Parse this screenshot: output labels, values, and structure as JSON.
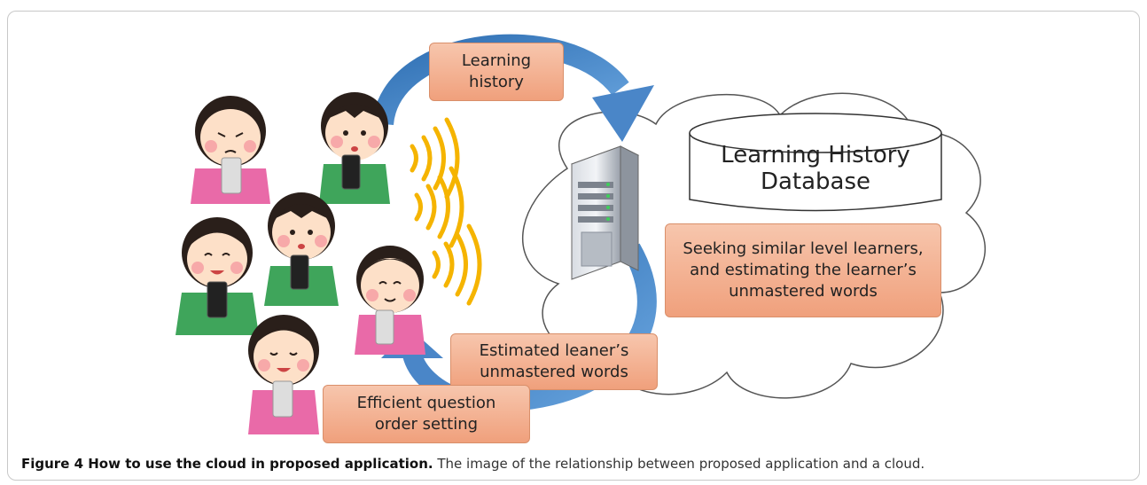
{
  "figure": {
    "labels": {
      "learning_history": "Learning\nhistory",
      "database": "Learning History\nDatabase",
      "seeking": "Seeking similar level learners,\nand estimating the learner’s\nunmastered words",
      "estimated": "Estimated leaner’s\nunmastered words",
      "efficient": "Efficient question\norder setting"
    },
    "icons": [
      "learner-icon",
      "smartphone-icon",
      "wireless-signal-icon",
      "server-icon",
      "cloud-icon",
      "database-icon",
      "arrow-icon"
    ],
    "colors": {
      "arrow": "#4a86c8",
      "signal": "#f5b400",
      "box_fill": "#f4b093",
      "skin": "#fde0c8",
      "hair": "#2a1f1a"
    }
  },
  "caption": {
    "title": "Figure 4 How to use the cloud in proposed application.",
    "text": " The image of the relationship between proposed application and a cloud."
  }
}
